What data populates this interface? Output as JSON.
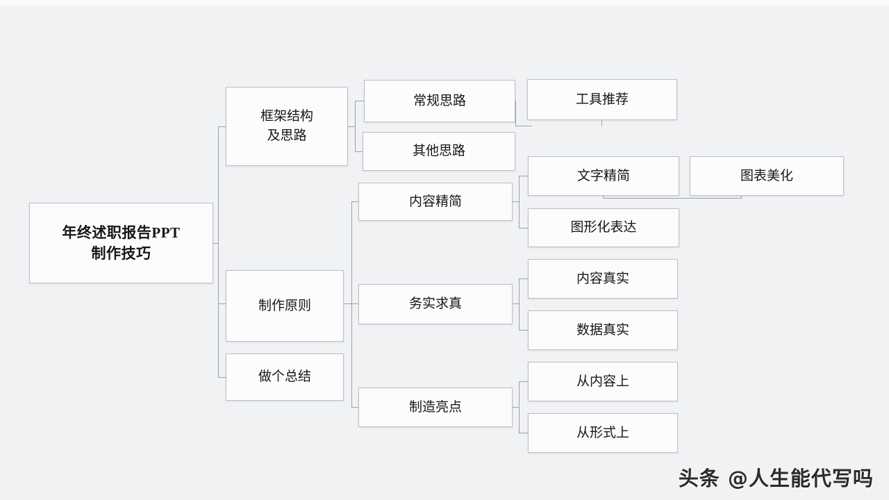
{
  "diagram": {
    "type": "mind-map",
    "title": "年终述职报告PPT制作技巧",
    "background_color": "#f1f2f4",
    "box_fill_color": "#fcfcfd",
    "box_border_color": "#b9bfc9",
    "connector_color": "#9aa1ac",
    "nodes": {
      "root": "年终述职报告PPT\n制作技巧",
      "level2": [
        {
          "id": "framework",
          "label": "框架结构\n及思路"
        },
        {
          "id": "principles",
          "label": "制作原则"
        },
        {
          "id": "summary",
          "label": "做个总结"
        }
      ],
      "level3": [
        {
          "id": "regular-approach",
          "label": "常规思路",
          "parent": "framework"
        },
        {
          "id": "other-approach",
          "label": "其他思路",
          "parent": "framework"
        },
        {
          "id": "content-simplify",
          "label": "内容精简",
          "parent": "principles"
        },
        {
          "id": "pragmatic-truth",
          "label": "务实求真",
          "parent": "principles"
        },
        {
          "id": "create-highlights",
          "label": "制造亮点",
          "parent": "principles"
        }
      ],
      "level4": [
        {
          "id": "tool-recommend",
          "label": "工具推荐",
          "parent": "regular-approach"
        },
        {
          "id": "text-simplify",
          "label": "文字精简",
          "parent": "content-simplify"
        },
        {
          "id": "chart-beautify",
          "label": "图表美化",
          "parent": "text-simplify"
        },
        {
          "id": "graphic-expression",
          "label": "图形化表达",
          "parent": "content-simplify"
        },
        {
          "id": "content-real",
          "label": "内容真实",
          "parent": "pragmatic-truth"
        },
        {
          "id": "data-real",
          "label": "数据真实",
          "parent": "pragmatic-truth"
        },
        {
          "id": "from-content",
          "label": "从内容上",
          "parent": "create-highlights"
        },
        {
          "id": "from-form",
          "label": "从形式上",
          "parent": "create-highlights"
        }
      ]
    }
  },
  "watermark": {
    "text": "头条 @人生能代写吗"
  }
}
